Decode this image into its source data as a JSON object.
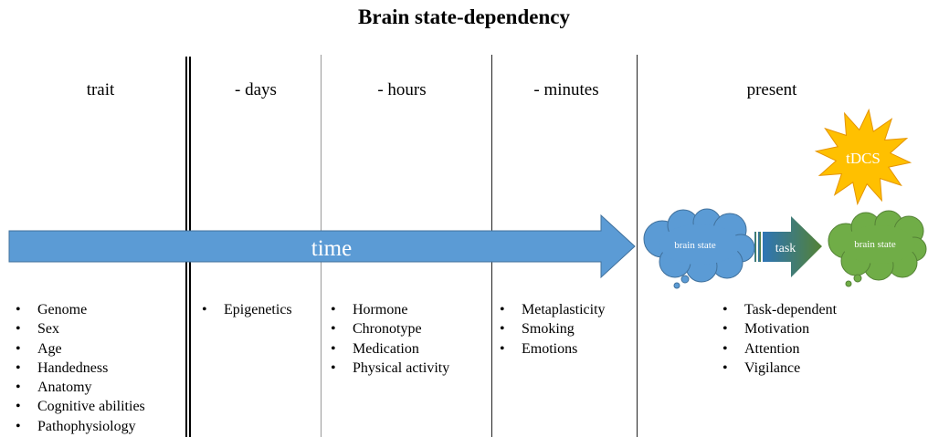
{
  "title": "Brain state-dependency",
  "columns": [
    {
      "id": "trait",
      "header": "trait",
      "items": [
        "Genome",
        "Sex",
        "Age",
        "Handedness",
        "Anatomy",
        "Cognitive abilities",
        "Pathophysiology"
      ]
    },
    {
      "id": "days",
      "header": "- days",
      "items": [
        "Epigenetics"
      ]
    },
    {
      "id": "hours",
      "header": "- hours",
      "items": [
        "Hormone",
        "Chronotype",
        "Medication",
        "Physical activity"
      ]
    },
    {
      "id": "minutes",
      "header": "- minutes",
      "items": [
        "Metaplasticity",
        "Smoking",
        "Emotions"
      ]
    },
    {
      "id": "present",
      "header": "present",
      "items": [
        "Task-dependent",
        "Motivation",
        "Attention",
        "Vigilance"
      ]
    }
  ],
  "time_arrow": {
    "label": "time",
    "color": "#5b9bd5"
  },
  "brain_state_left": {
    "label": "brain state",
    "color": "#5b9bd5"
  },
  "task_arrow": {
    "label": "task",
    "gradient": [
      "#2e75b6",
      "#548235"
    ]
  },
  "brain_state_right": {
    "label": "brain state",
    "color": "#70ad47"
  },
  "stimulus": {
    "label": "tDCS",
    "color": "#ffc000"
  }
}
